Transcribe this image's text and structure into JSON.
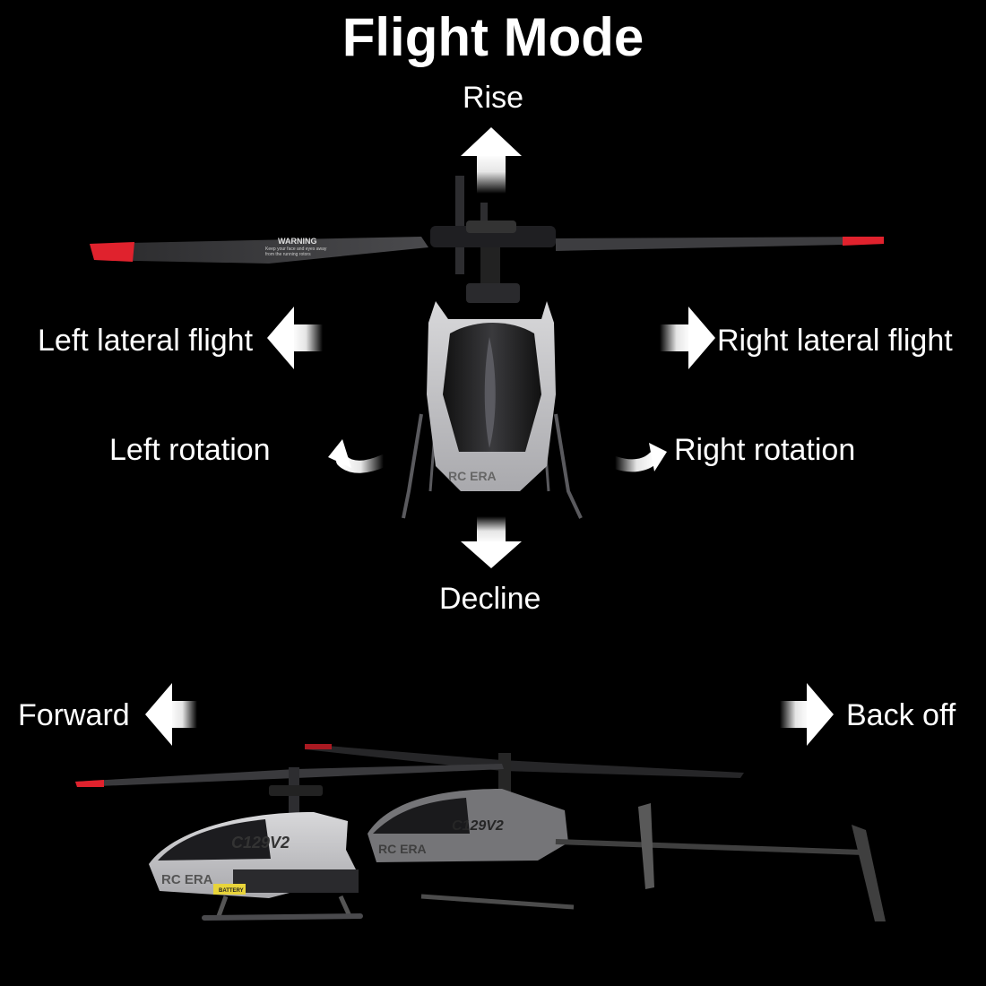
{
  "title": "Flight Mode",
  "labels": {
    "rise": "Rise",
    "decline": "Decline",
    "left_lateral": "Left lateral flight",
    "right_lateral": "Right lateral flight",
    "left_rotation": "Left rotation",
    "right_rotation": "Right rotation",
    "forward": "Forward",
    "back_off": "Back off"
  },
  "decals": {
    "warning_title": "WARNING",
    "warning_line1": "Keep your face and eyes away",
    "warning_line2": "from the running rotors",
    "brand": "RC ERA",
    "model": "C129V2",
    "battery": "BATTERY"
  },
  "colors": {
    "background": "#000000",
    "text": "#ffffff",
    "blade_tip": "#e0222d",
    "body": "#c9c9cb",
    "canopy": "#1d1d1f"
  }
}
